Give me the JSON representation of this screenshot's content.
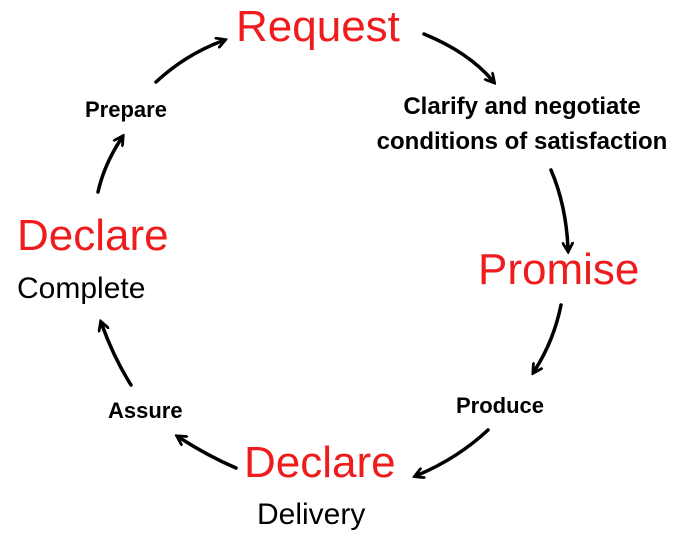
{
  "colors": {
    "accent": "#ee1c1c",
    "text": "#000000",
    "arrow": "#000000"
  },
  "cycle": {
    "request": "Request",
    "clarify_line1": "Clarify and negotiate",
    "clarify_line2": "conditions of satisfaction",
    "promise": "Promise",
    "produce": "Produce",
    "declare_delivery_red": "Declare",
    "declare_delivery_black": "Delivery",
    "assure": "Assure",
    "declare_complete_red": "Declare",
    "declare_complete_black": "Complete",
    "prepare": "Prepare"
  }
}
